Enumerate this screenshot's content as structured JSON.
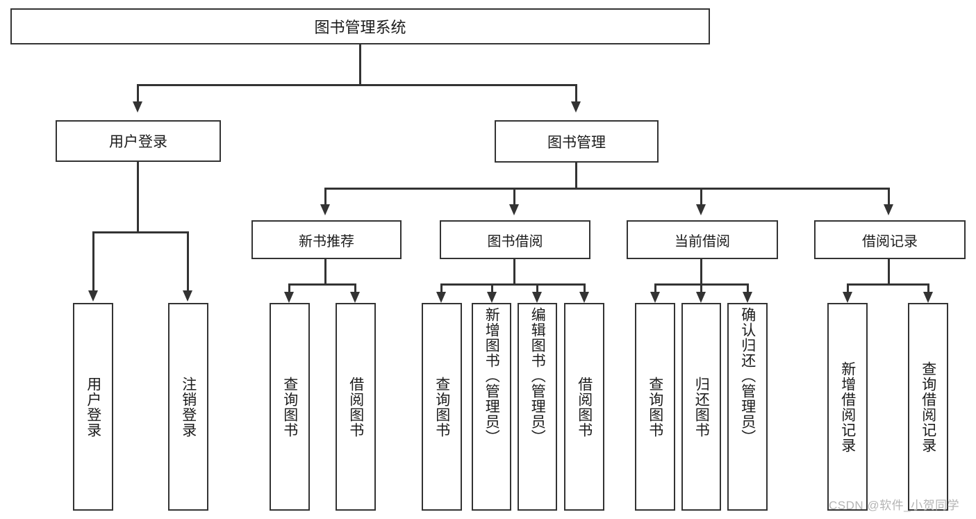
{
  "diagram": {
    "title": "图书管理系统",
    "type": "功能结构图"
  },
  "root": {
    "label": "图书管理系统"
  },
  "level1": [
    {
      "label": "用户登录"
    },
    {
      "label": "图书管理"
    }
  ],
  "level2": [
    {
      "label": "新书推荐"
    },
    {
      "label": "图书借阅"
    },
    {
      "label": "当前借阅"
    },
    {
      "label": "借阅记录"
    }
  ],
  "leaves": {
    "user_login": [
      {
        "label": "用户登录"
      },
      {
        "label": "注销登录"
      }
    ],
    "new_book": [
      {
        "label": "查询图书"
      },
      {
        "label": "借阅图书"
      }
    ],
    "book_borrow": [
      {
        "label": "查询图书"
      },
      {
        "label": "新增图书（管理员）"
      },
      {
        "label": "编辑图书（管理员）"
      },
      {
        "label": "借阅图书"
      }
    ],
    "current_borrow": [
      {
        "label": "查询图书"
      },
      {
        "label": "归还图书"
      },
      {
        "label": "确认归还（管理员）"
      }
    ],
    "borrow_record": [
      {
        "label": "新增借阅记录"
      },
      {
        "label": "查询借阅记录"
      }
    ]
  },
  "watermark": {
    "text": "CSDN @软件_小贺同学"
  },
  "colors": {
    "border": "#333333",
    "text": "#1b1b1b",
    "background": "#ffffff",
    "watermark": "#b4b4b4"
  }
}
